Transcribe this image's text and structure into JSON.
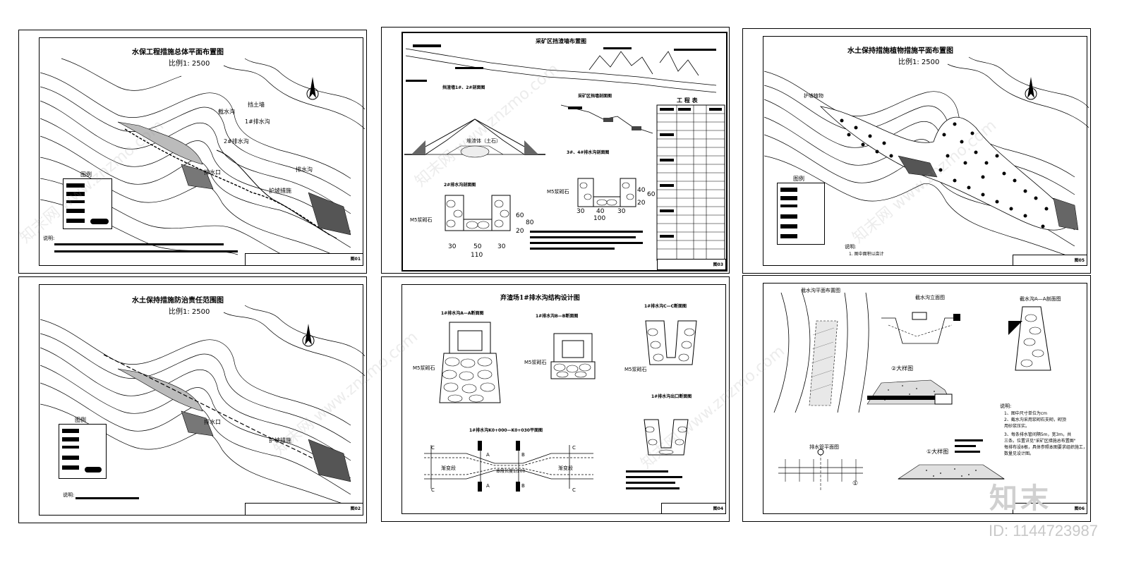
{
  "watermark": {
    "site": "知末网 www.znzmo.com",
    "logo": "知末",
    "id_text": "ID: 1144723987"
  },
  "sheet1": {
    "title": "水保工程措施总体平面布置图",
    "scale": "比例1: 2500",
    "legend_title": "图例",
    "labels": [
      "截水沟",
      "排水口",
      "排水沟",
      "护坡措施",
      "1#排水沟",
      "2#排水沟",
      "挡土墙"
    ],
    "notes_title": "说明:"
  },
  "sheet2": {
    "title": "水土保持措施防治责任范围图",
    "scale": "比例1: 2500",
    "legend_title": "图例",
    "labels": [
      "排水口",
      "护坡措施"
    ],
    "notes_title": "说明:"
  },
  "sheet3": {
    "title": "采矿区挡渣墙布置图",
    "section_a": "挡渣墙1#、2#剖面图",
    "section_b": "采矿区挡墙剖面图",
    "ditch2": "2#排水沟剖面图",
    "ditch34": "3#、4#排水沟剖面图",
    "fill": "堆渣体（土石）",
    "table_title": "工 程 表",
    "stone": "M5浆砌石",
    "dims_a": [
      "30",
      "50",
      "30",
      "110",
      "20",
      "60",
      "80"
    ],
    "dims_b": [
      "30",
      "40",
      "30",
      "100",
      "20",
      "40",
      "60"
    ]
  },
  "sheet4": {
    "title": "弃渣场1#排水沟结构设计图",
    "sec1": "1#排水沟A—A断面图",
    "sec2": "1#排水沟B—B断面图",
    "sec3": "1#排水沟C—C断面图",
    "sec4": "1#排水沟出口断面图",
    "plan": "1#排水沟K0+000—K0+030平面图",
    "stone": "M5浆砌石",
    "segments": [
      "渐变段",
      "渐变段",
      "本段长度1/200"
    ],
    "marks": [
      "A",
      "A",
      "B",
      "B",
      "C",
      "C",
      "C",
      "C"
    ]
  },
  "sheet5": {
    "title": "水土保持措施植物措施平面布置图",
    "scale": "比例1: 2500",
    "legend_title": "图例",
    "label": "护坡植物",
    "notes_title": "说明:",
    "note1": "1. 图中面积以亩计"
  },
  "sheet6": {
    "plan": "截水沟平面布置图",
    "elev": "截水沟立面图",
    "sec": "截水沟A—A剖面图",
    "detail2": "②大样图",
    "detail1": "①大样图",
    "plan2": "排水管平面图",
    "notes_title": "说明:",
    "notes": [
      "1、图中尺寸单位为cm",
      "2、截水沟采用浆砌石支砌，砌顶",
      "用砂浆压实。",
      "3、每条排水管间隔5m，宽3m，共",
      "三条。位置详见\"采矿区措施总布置图\"",
      "每排布设8根，具体参照本图要求组织施工，",
      "数量见设计图。"
    ],
    "marker": "①"
  }
}
